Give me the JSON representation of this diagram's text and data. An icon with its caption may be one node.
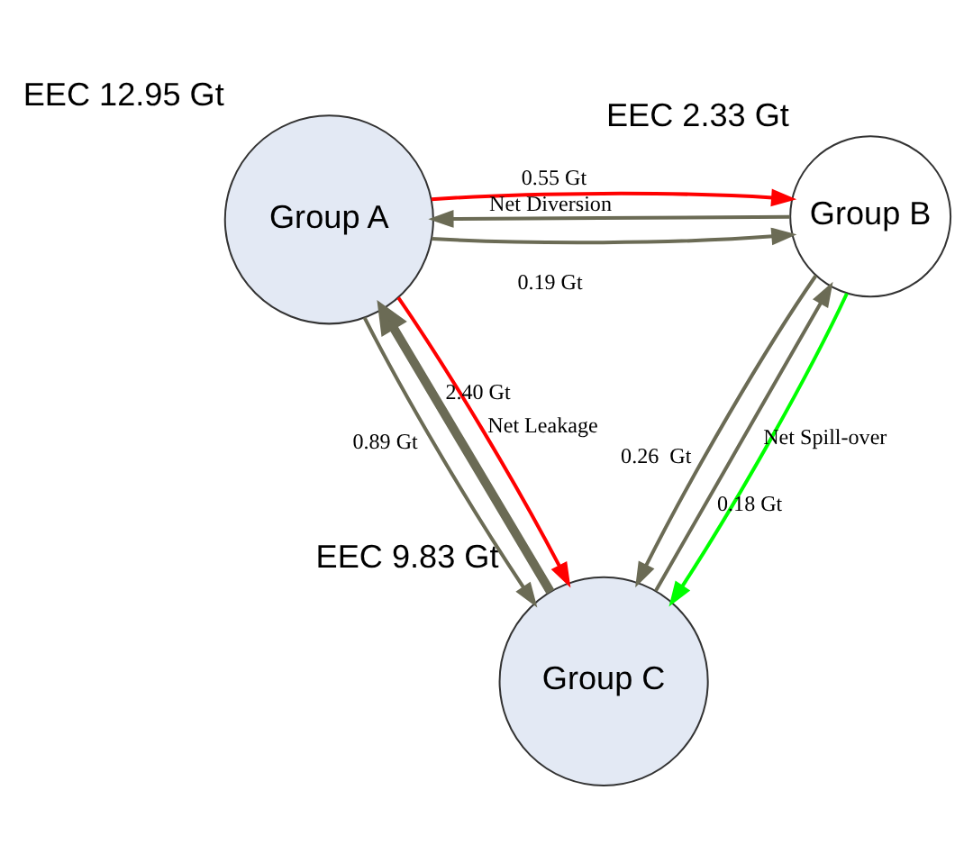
{
  "diagram": {
    "nodes": [
      {
        "text": [
          "Group A"
        ],
        "beside": [
          "EEC 12.95 Gt"
        ]
      },
      {
        "text": [
          "Group B"
        ],
        "beside": [
          "EEC 2.33 Gt"
        ]
      },
      {
        "text": [
          "Group C"
        ],
        "beside": [
          "EEC 9.83 Gt"
        ]
      }
    ],
    "edges": [
      {
        "from": 0,
        "to": 1,
        "arrow": "to",
        "label": "Net Diversion",
        "color": "#ff0000"
      },
      {
        "from": 0,
        "to": 2,
        "arrow": "to",
        "label": "Net Leakage",
        "color": "#ff0000"
      },
      {
        "from": 1,
        "to": 2,
        "arrow": "to",
        "label": "Net Spill-over",
        "color": "#00ff00"
      },
      {
        "from": 1,
        "to": 0,
        "arrow": "to",
        "label": "0.55 Gt"
      },
      {
        "from": 0,
        "to": 1,
        "arrow": "to",
        "label": "0.19 Gt"
      },
      {
        "from": 2,
        "to": 0,
        "arrow": "to",
        "label": "2.40 Gt",
        "style": "thick"
      },
      {
        "from": 0,
        "to": 2,
        "arrow": "to",
        "label": "0.89 Gt"
      },
      {
        "from": 1,
        "to": 2,
        "arrow": "to",
        "label": "0.26  Gt"
      },
      {
        "from": 2,
        "to": 1,
        "arrow": "to",
        "label": "0.18 Gt"
      }
    ]
  }
}
